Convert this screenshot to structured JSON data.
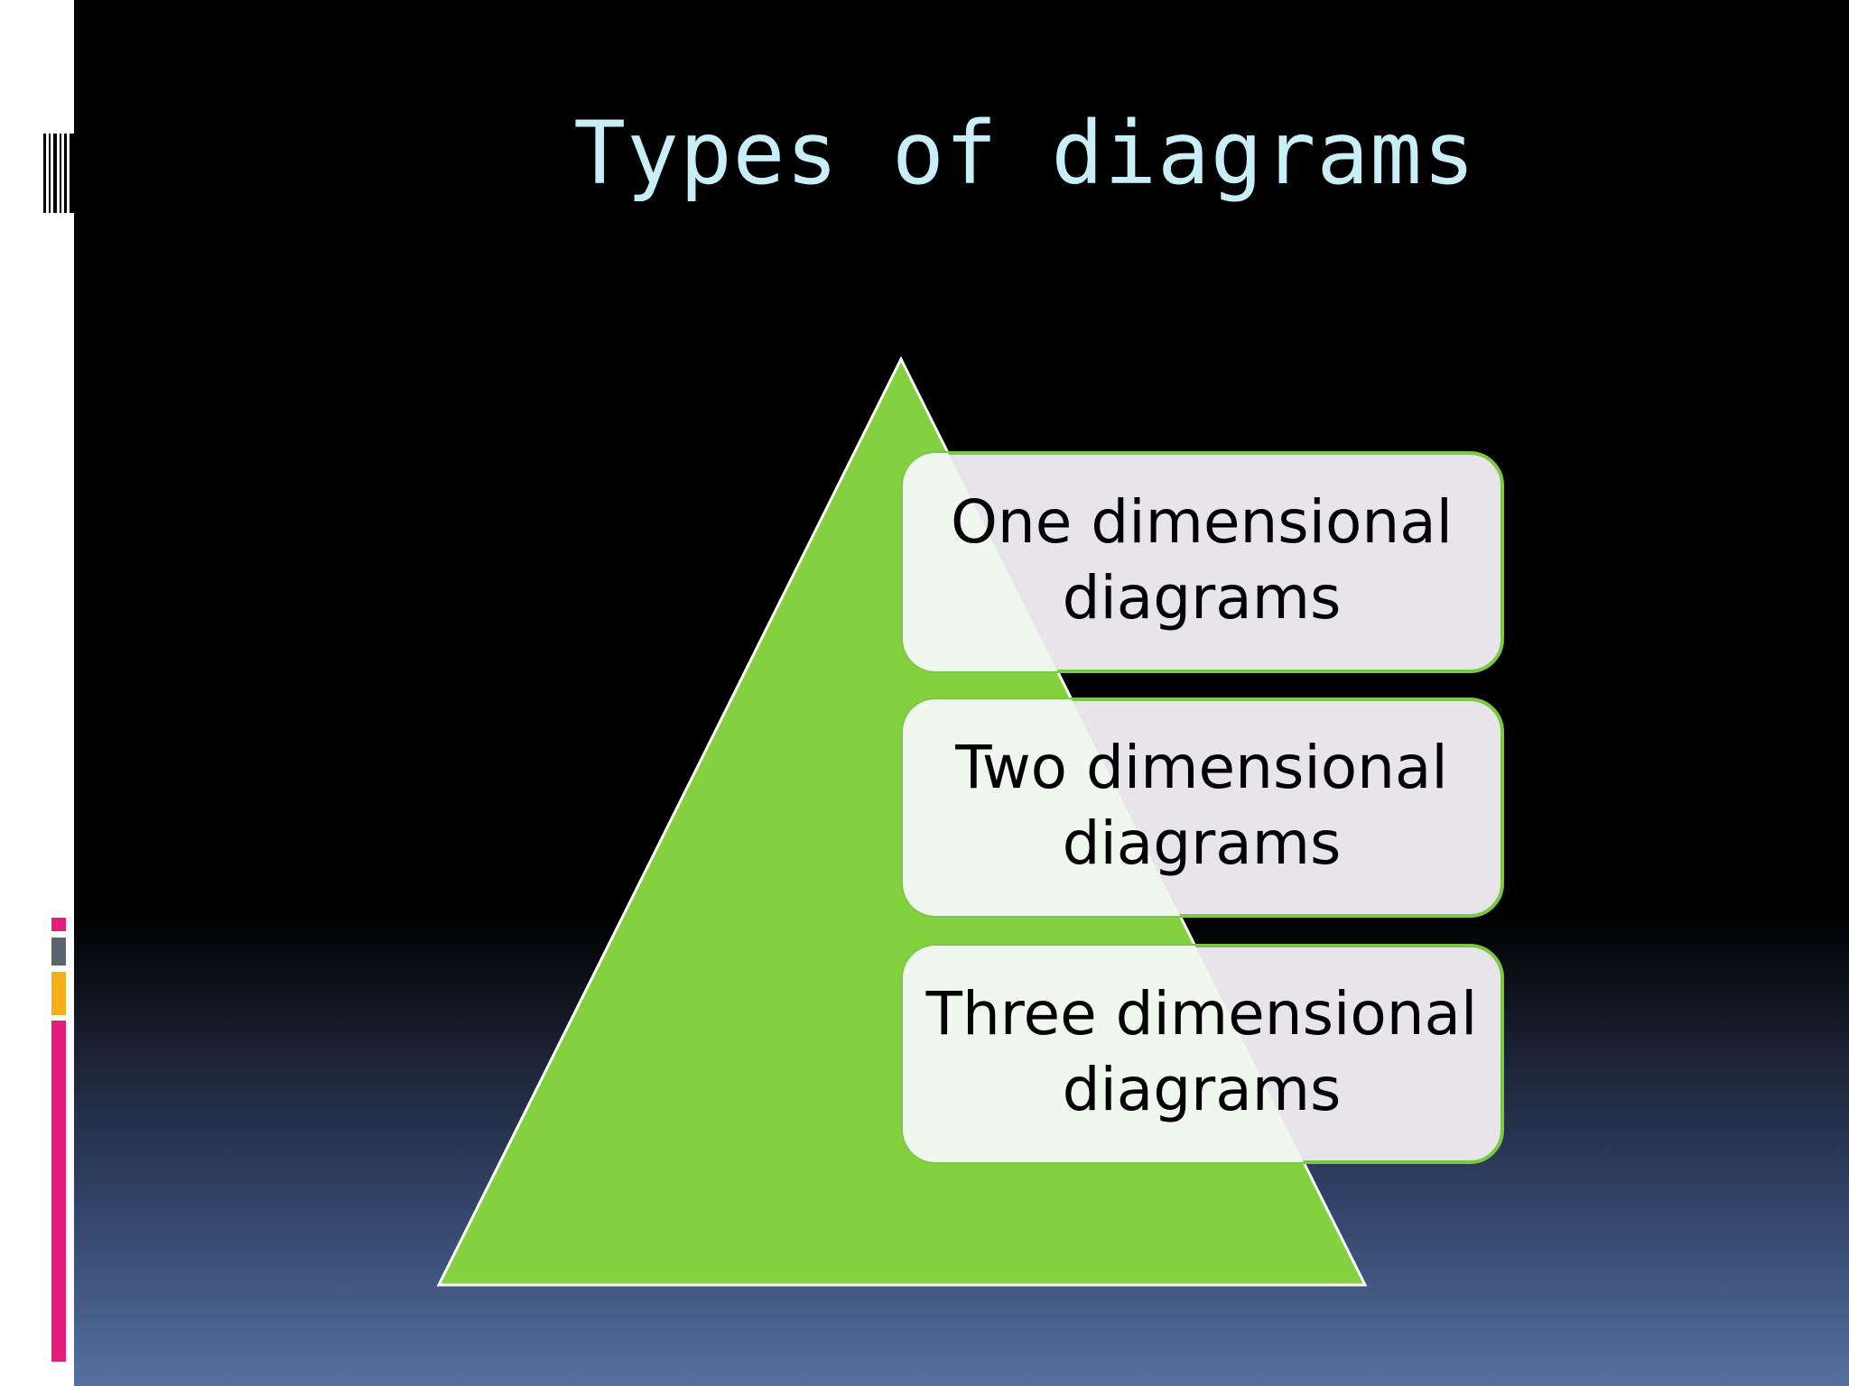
{
  "slide": {
    "title": "Types of diagrams"
  },
  "pyramid": {
    "levels": [
      {
        "line1": "One dimensional",
        "line2": "diagrams"
      },
      {
        "line1": "Two dimensional",
        "line2": "diagrams"
      },
      {
        "line1": "Three dimensional",
        "line2": "diagrams"
      }
    ]
  },
  "colors": {
    "title": "#c8eef7",
    "pyramid_fill": "#84d13f",
    "box_fill": "#e7e4ea",
    "box_border": "#7ac943",
    "accent_pink": "#e41d7d",
    "accent_gray": "#5d6470",
    "accent_orange": "#f5b018"
  }
}
